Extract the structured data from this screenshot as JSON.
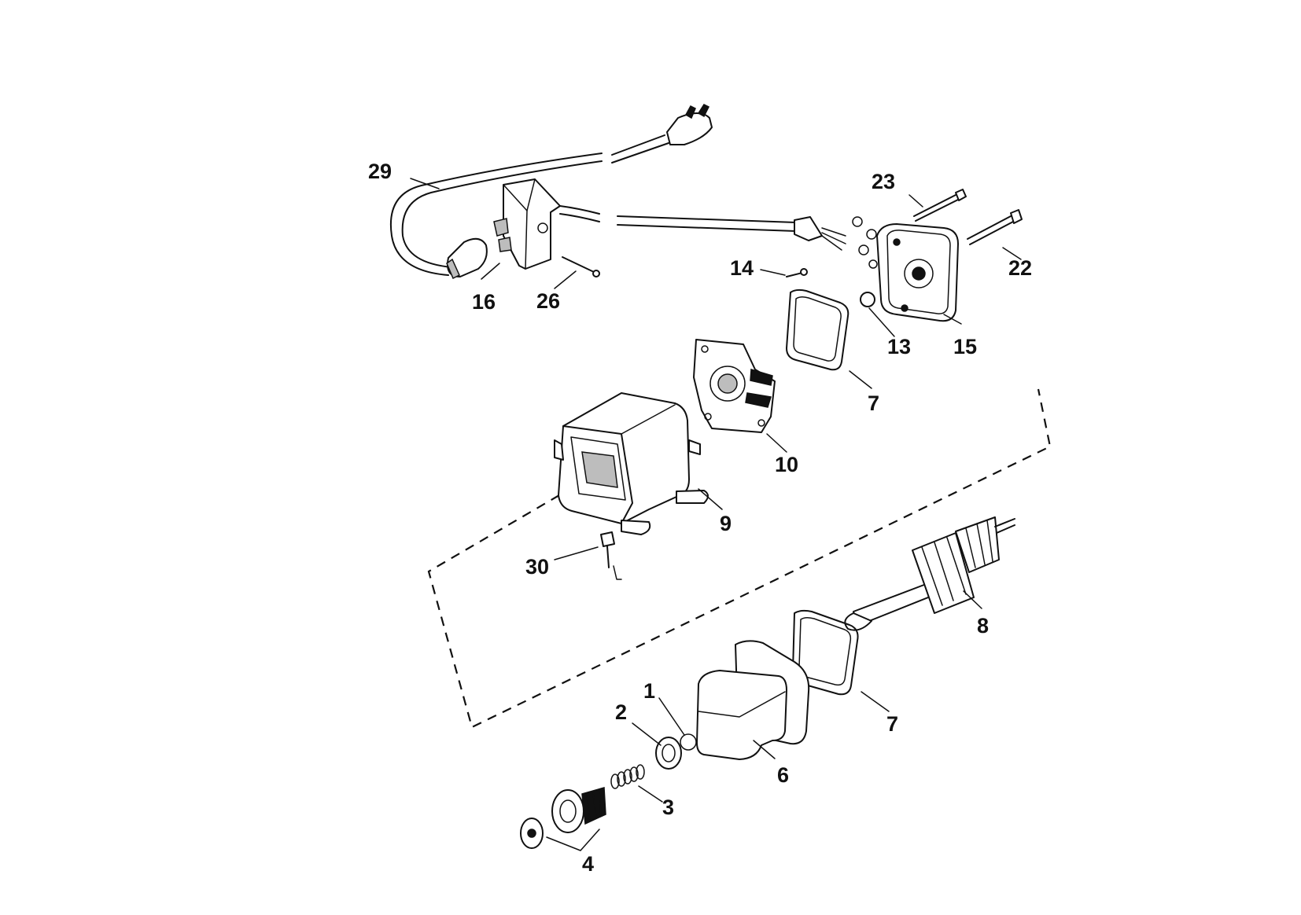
{
  "callouts": {
    "p1": "1",
    "p2": "2",
    "p3": "3",
    "p4": "4",
    "p6": "6",
    "p7a": "7",
    "p7b": "7",
    "p8": "8",
    "p9": "9",
    "p10": "10",
    "p13": "13",
    "p14": "14",
    "p15": "15",
    "p16": "16",
    "p22": "22",
    "p23": "23",
    "p26": "26",
    "p29": "29",
    "p30": "30"
  }
}
